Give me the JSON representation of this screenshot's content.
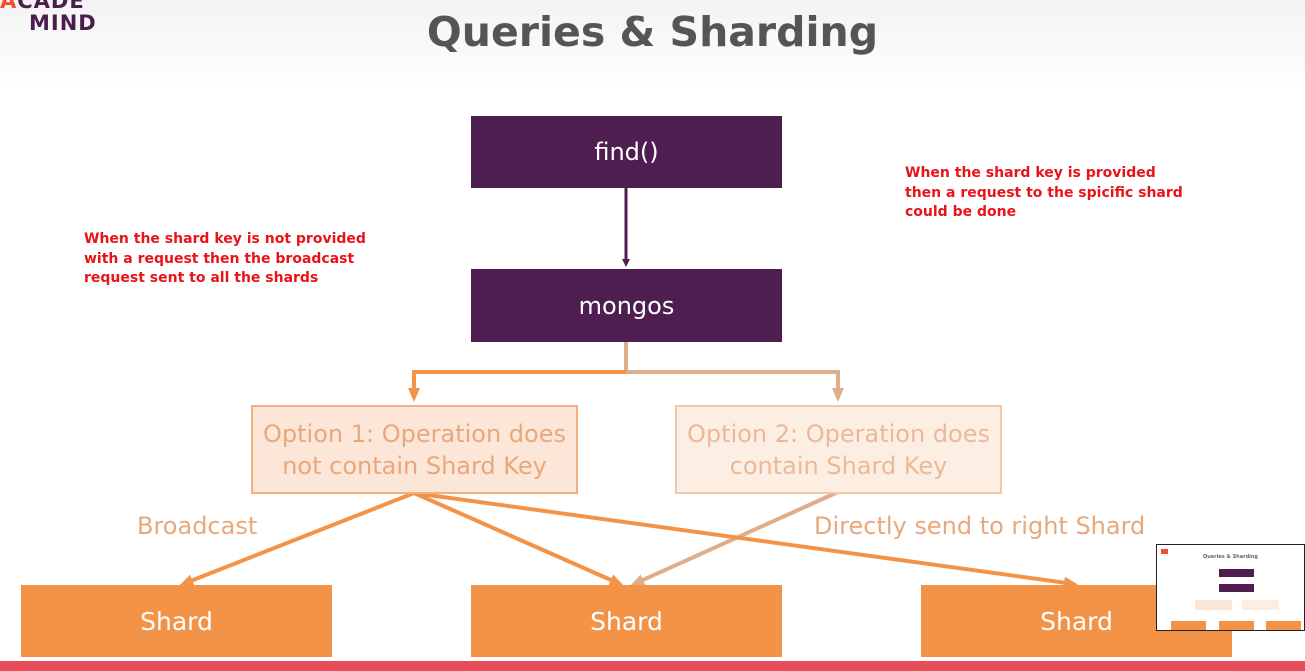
{
  "logo": {
    "line1_accent": "A",
    "line1": "CADE",
    "line2": "MIND"
  },
  "slide": {
    "title": "Queries & Sharding"
  },
  "diagram": {
    "find_label": "find()",
    "mongos_label": "mongos",
    "option1_line1": "Option 1: Operation does",
    "option1_line2": "not contain Shard Key",
    "option2_line1": "Option 2: Operation does",
    "option2_line2": "contain Shard Key",
    "broadcast_label": "Broadcast",
    "direct_label": "Directly send to right Shard",
    "shards": [
      "Shard",
      "Shard",
      "Shard"
    ]
  },
  "annotations": {
    "left_note": [
      "When the shard key is not provided",
      "with a request then the broadcast",
      "request sent to all the shards"
    ],
    "right_note": [
      "When the shard key is provided",
      "then a request to the spicific shard",
      "could be done"
    ]
  },
  "colors": {
    "dark_box": "#4e1e51",
    "shard_box": "#f39347",
    "connector": "#f39347",
    "connector_light": "#e0ad8a",
    "note_text": "#e8141a",
    "progress": "#e84e5a"
  },
  "player": {
    "progress_fraction": 1.0
  }
}
